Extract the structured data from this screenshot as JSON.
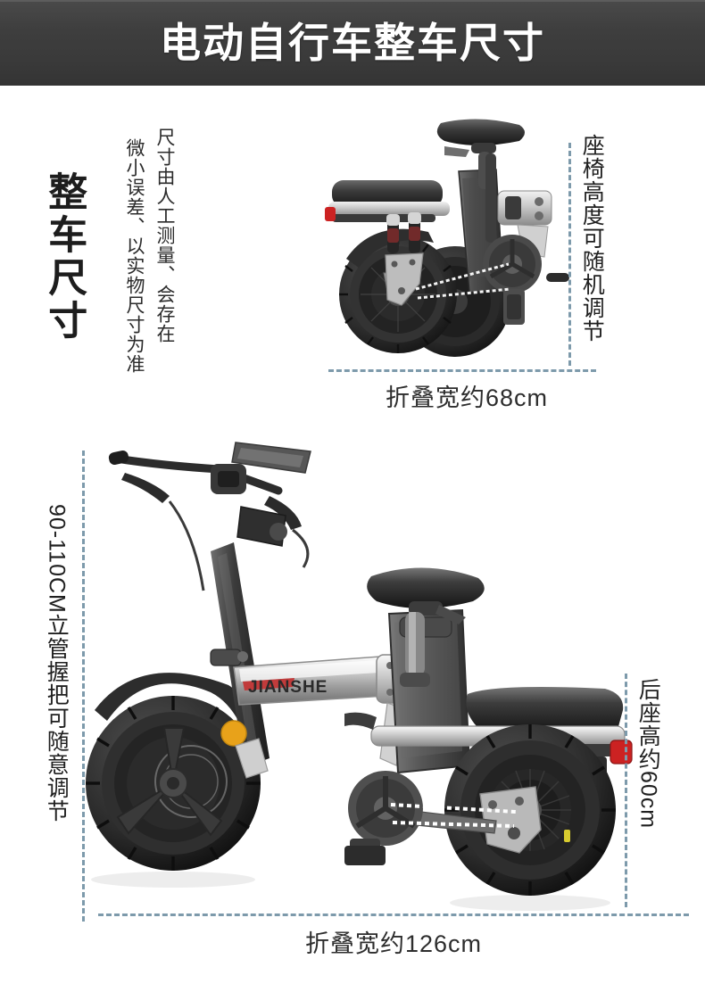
{
  "header": {
    "title": "电动自行车整车尺寸",
    "background_color": "#3d3d3d",
    "text_color": "#ffffff"
  },
  "theme": {
    "dash_color": "#7d9aab",
    "page_background": "#ffffff",
    "text_color": "#2b2b2b"
  },
  "section_top": {
    "heading": "整车尺寸",
    "note_line_1": "尺寸由人工测量、会存在",
    "note_line_2": "微小误差、以实物尺寸为准",
    "right_label": "座椅高度可随机调节",
    "width_label": "折叠宽约68cm",
    "bike_state": "folded"
  },
  "section_bottom": {
    "left_label": "90-110CM立管握把可随意调节",
    "right_label": "后座高约60cm",
    "width_label": "折叠宽约126cm",
    "frame_brand": "JIANSHE",
    "bike_state": "unfolded"
  },
  "measurements": {
    "folded_width": "68cm",
    "unfolded_width": "126cm",
    "rear_seat_height": "60cm",
    "stem_handlebar_range": "90-110CM"
  }
}
